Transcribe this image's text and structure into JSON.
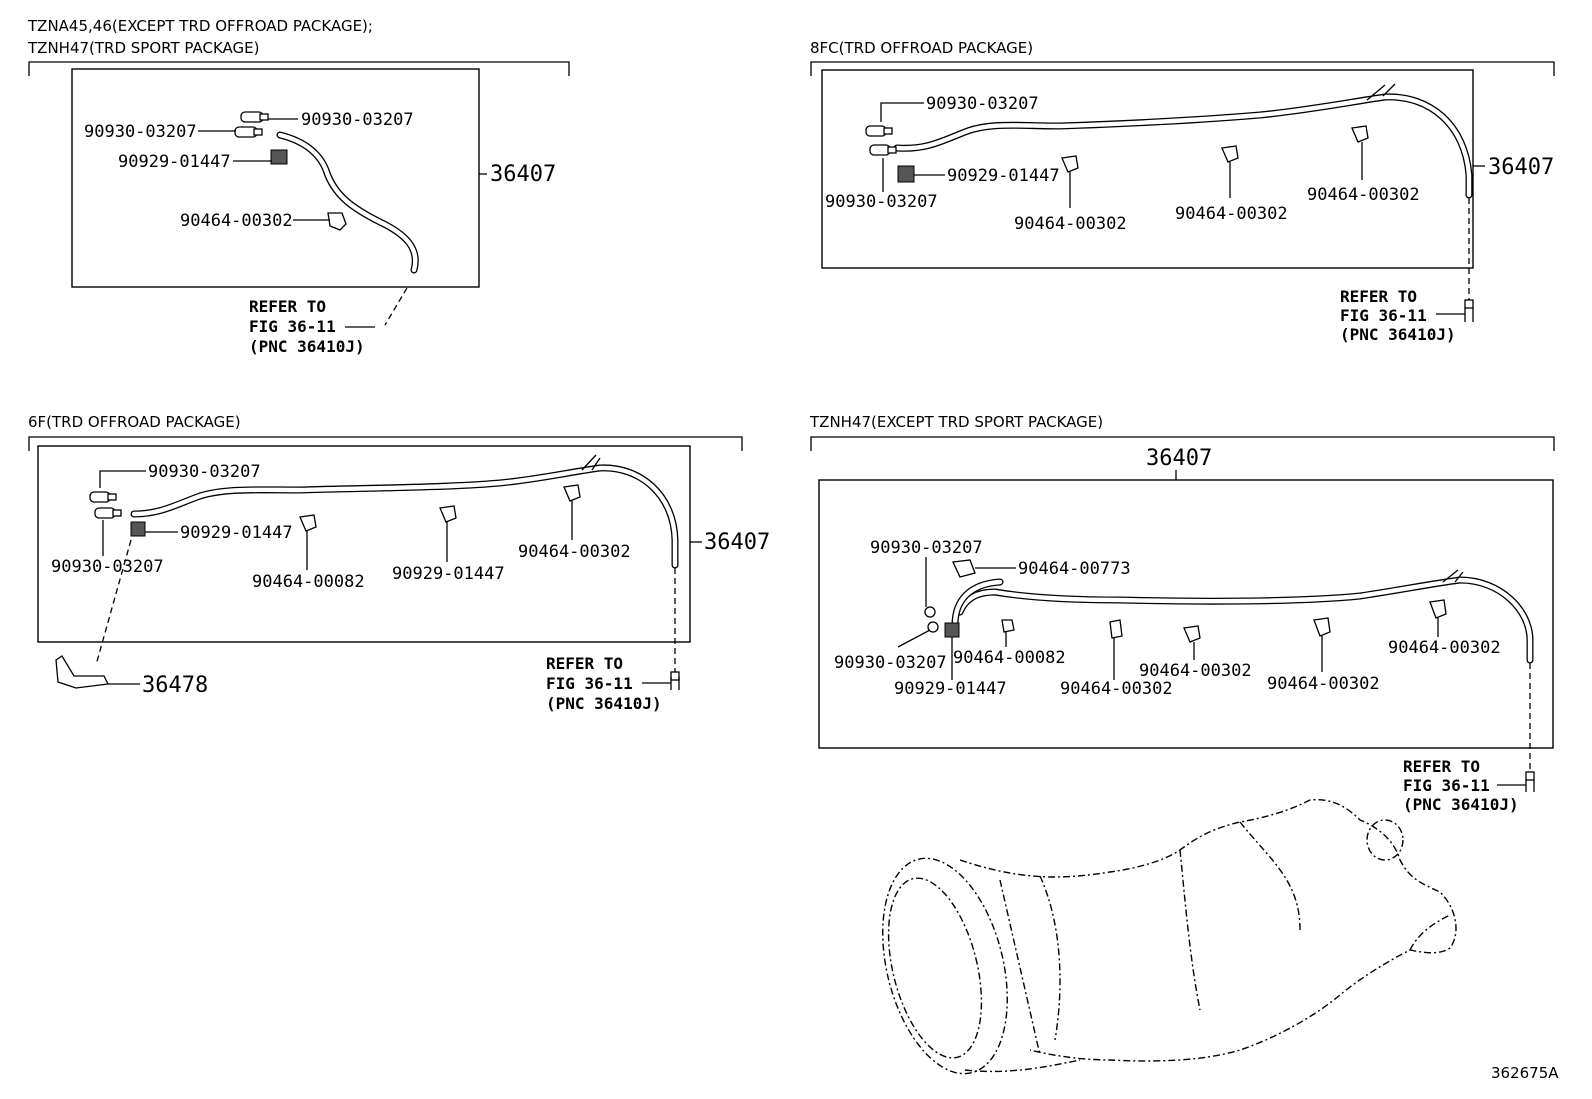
{
  "panels": [
    {
      "id": "panel-a",
      "header_lines": [
        "TZNA45,46(EXCEPT TRD OFFROAD PACKAGE);",
        "TZNH47(TRD SPORT PACKAGE)"
      ],
      "main_part": "36407",
      "callouts": [
        "90930-03207",
        "90930-03207",
        "90929-01447",
        "90464-00302"
      ],
      "refer": [
        "REFER TO",
        "FIG 36-11",
        "(PNC 36410J)"
      ]
    },
    {
      "id": "panel-b",
      "header_lines": [
        "8FC(TRD OFFROAD PACKAGE)"
      ],
      "main_part": "36407",
      "callouts": [
        "90930-03207",
        "90929-01447",
        "90930-03207",
        "90464-00302",
        "90464-00302",
        "90464-00302"
      ],
      "refer": [
        "REFER TO",
        "FIG 36-11",
        "(PNC 36410J)"
      ]
    },
    {
      "id": "panel-c",
      "header_lines": [
        "6F(TRD OFFROAD PACKAGE)"
      ],
      "main_part": "36407",
      "callouts": [
        "90930-03207",
        "90929-01447",
        "90930-03207",
        "90464-00082",
        "90929-01447",
        "90464-00302"
      ],
      "extra_part": "36478",
      "refer": [
        "REFER TO",
        "FIG 36-11",
        "(PNC 36410J)"
      ]
    },
    {
      "id": "panel-d",
      "header_lines": [
        "TZNH47(EXCEPT TRD SPORT PACKAGE)"
      ],
      "main_part": "36407",
      "callouts": [
        "90930-03207",
        "90464-00773",
        "90930-03207",
        "90464-00082",
        "90929-01447",
        "90464-00302",
        "90464-00302",
        "90464-00302",
        "90464-00302"
      ],
      "refer": [
        "REFER TO",
        "FIG 36-11",
        "(PNC 36410J)"
      ]
    }
  ],
  "illustration_id": "362675A"
}
